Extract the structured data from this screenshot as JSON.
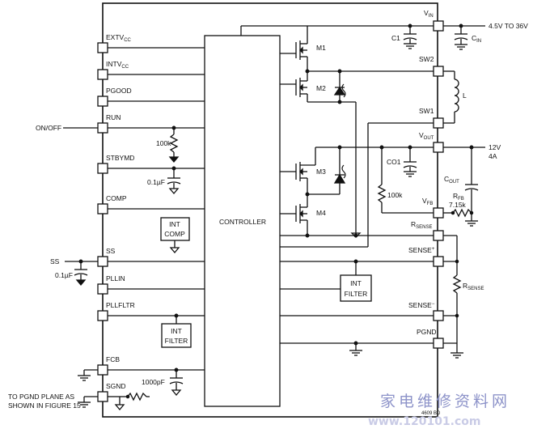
{
  "title": "",
  "left_pins": [
    {
      "label": "EXTV",
      "sub": "CC"
    },
    {
      "label": "INTV",
      "sub": "CC"
    },
    {
      "label": "PGOOD",
      "sub": ""
    },
    {
      "label": "RUN",
      "sub": ""
    },
    {
      "label": "STBYMD",
      "sub": ""
    },
    {
      "label": "COMP",
      "sub": ""
    },
    {
      "label": "SS",
      "sub": ""
    },
    {
      "label": "PLLIN",
      "sub": ""
    },
    {
      "label": "PLLFLTR",
      "sub": ""
    },
    {
      "label": "FCB",
      "sub": ""
    },
    {
      "label": "SGND",
      "sub": ""
    }
  ],
  "right_pins": [
    {
      "label": "V",
      "sub": "IN"
    },
    {
      "label": "SW2",
      "sub": ""
    },
    {
      "label": "SW1",
      "sub": ""
    },
    {
      "label": "V",
      "sub": "OUT"
    },
    {
      "label": "V",
      "sub": "FB"
    },
    {
      "label": "R",
      "sub": "SENSE"
    },
    {
      "label": "SENSE",
      "sup": "+"
    },
    {
      "label": "SENSE",
      "sup": "−"
    },
    {
      "label": "PGND",
      "sub": ""
    }
  ],
  "controller_label": "CONTROLLER",
  "mosfets": [
    "M1",
    "M2",
    "M3",
    "M4"
  ],
  "blocks": {
    "int_comp": [
      "INT",
      "COMP"
    ],
    "int_filter_left": [
      "INT",
      "FILTER"
    ],
    "int_filter_mid": [
      "INT",
      "FILTER"
    ]
  },
  "components": {
    "r_100k_run": "100k",
    "c_01uf_stby": "0.1µF",
    "c_1000pf": "1000pF",
    "r_100k_fb": "100k",
    "c1": "C1",
    "cin": {
      "label": "C",
      "sub": "IN"
    },
    "inductor": "L",
    "co1": "CO1",
    "cout": {
      "label": "C",
      "sub": "OUT"
    },
    "rfb": {
      "label": "R",
      "sub": "FB"
    },
    "rfb_value": "7.15k",
    "rsense": {
      "label": "R",
      "sub": "SENSE"
    }
  },
  "external": {
    "vin_range": "4.5V TO 36V",
    "vout": "12V",
    "iout": "4A",
    "on_off": "ON/OFF",
    "ss": "SS",
    "ss_cap": "0.1µF",
    "pgnd_note_1": "TO PGND PLANE AS",
    "pgnd_note_2": "SHOWN IN FIGURE 15"
  },
  "figure_code": "4609 BD",
  "watermark": {
    "cn": "家电维修资料网",
    "url": "www.120101.com"
  }
}
